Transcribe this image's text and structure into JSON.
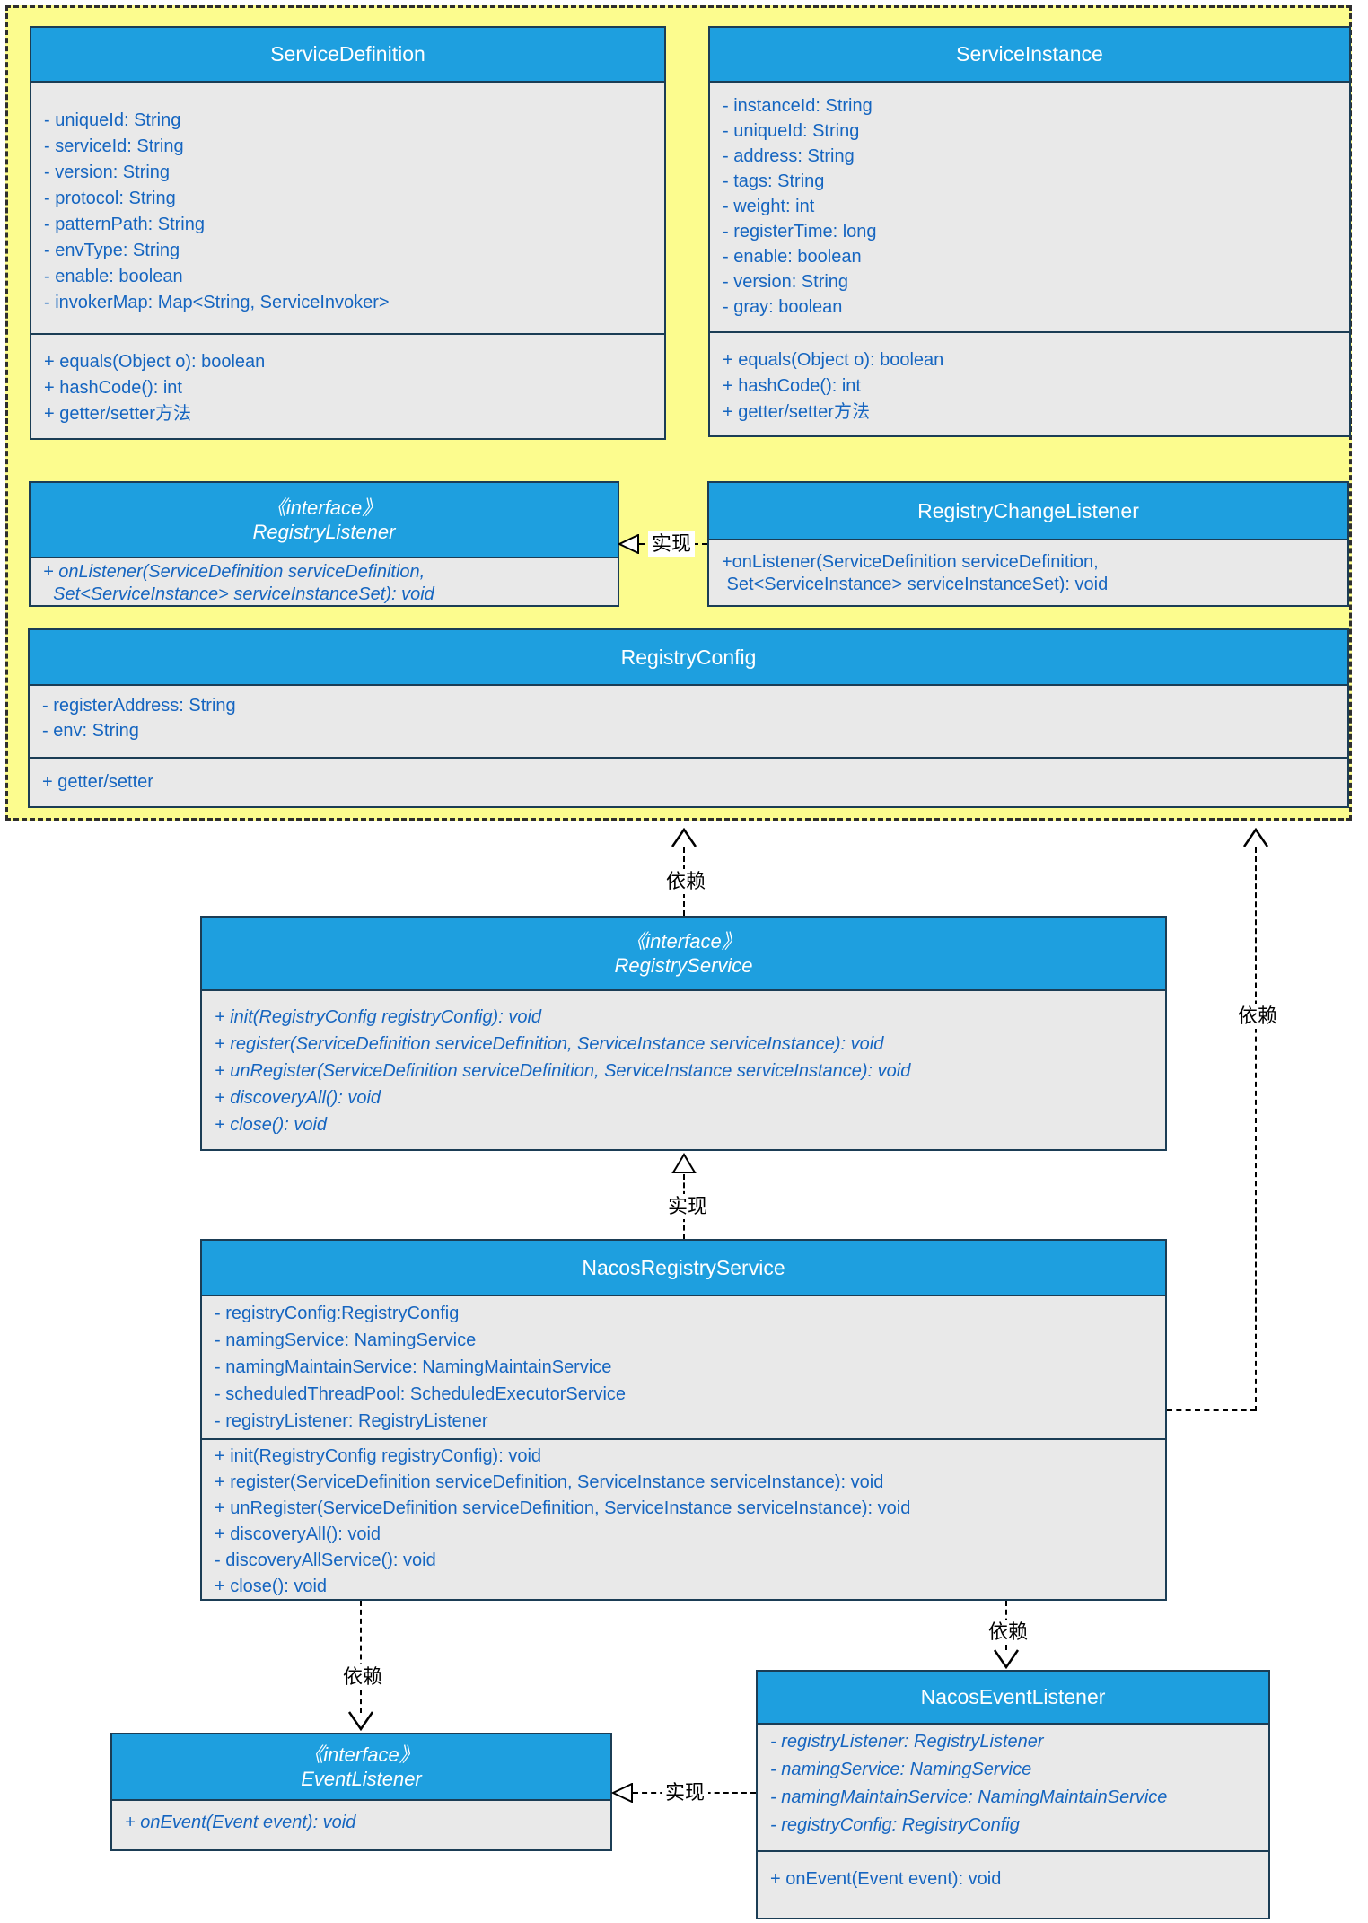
{
  "labels": {
    "implements": "实现",
    "depends": "依赖"
  },
  "classes": [
    {
      "name": "ServiceDefinition",
      "stereotype": "",
      "attributes": [
        "- uniqueId: String",
        "- serviceId: String",
        "- version: String",
        "- protocol: String",
        "- patternPath: String",
        "- envType: String",
        "- enable: boolean",
        "- invokerMap: Map<String, ServiceInvoker>"
      ],
      "methods": [
        "+ equals(Object o): boolean",
        "+ hashCode(): int",
        "+ getter/setter方法"
      ]
    },
    {
      "name": "ServiceInstance",
      "stereotype": "",
      "attributes": [
        "- instanceId: String",
        "- uniqueId: String",
        "- address: String",
        "- tags: String",
        "- weight: int",
        "- registerTime: long",
        "- enable: boolean",
        "- version: String",
        "- gray: boolean"
      ],
      "methods": [
        "+ equals(Object o): boolean",
        "+ hashCode(): int",
        "+ getter/setter方法"
      ]
    },
    {
      "name": "RegistryListener",
      "stereotype": "《interface》",
      "attributes": [],
      "methods": [
        "+ onListener(ServiceDefinition serviceDefinition,",
        "  Set<ServiceInstance> serviceInstanceSet): void"
      ]
    },
    {
      "name": "RegistryChangeListener",
      "stereotype": "",
      "attributes": [],
      "methods": [
        "+onListener(ServiceDefinition serviceDefinition,",
        " Set<ServiceInstance> serviceInstanceSet): void"
      ]
    },
    {
      "name": "RegistryConfig",
      "stereotype": "",
      "attributes": [
        "- registerAddress: String",
        "- env: String"
      ],
      "methods": [
        "+ getter/setter"
      ]
    },
    {
      "name": "RegistryService",
      "stereotype": "《interface》",
      "attributes": [],
      "methods": [
        "+ init(RegistryConfig registryConfig): void",
        "+ register(ServiceDefinition serviceDefinition, ServiceInstance serviceInstance): void",
        "+ unRegister(ServiceDefinition serviceDefinition, ServiceInstance serviceInstance): void",
        "+ discoveryAll(): void",
        "+ close(): void"
      ]
    },
    {
      "name": "NacosRegistryService",
      "stereotype": "",
      "attributes": [
        "- registryConfig:RegistryConfig",
        "- namingService: NamingService",
        "- namingMaintainService: NamingMaintainService",
        "- scheduledThreadPool: ScheduledExecutorService",
        "- registryListener: RegistryListener"
      ],
      "methods": [
        "+ init(RegistryConfig registryConfig): void",
        "+ register(ServiceDefinition serviceDefinition, ServiceInstance serviceInstance): void",
        "+ unRegister(ServiceDefinition serviceDefinition, ServiceInstance serviceInstance): void",
        "+ discoveryAll(): void",
        "- discoveryAllService(): void",
        "+ close(): void"
      ]
    },
    {
      "name": "EventListener",
      "stereotype": "《interface》",
      "attributes": [],
      "methods": [
        "+ onEvent(Event event): void"
      ]
    },
    {
      "name": "NacosEventListener",
      "stereotype": "",
      "attributes": [
        "- registryListener: RegistryListener",
        "- namingService: NamingService",
        "- namingMaintainService: NamingMaintainService",
        "- registryConfig: RegistryConfig"
      ],
      "methods": [
        "+ onEvent(Event event): void"
      ]
    }
  ]
}
